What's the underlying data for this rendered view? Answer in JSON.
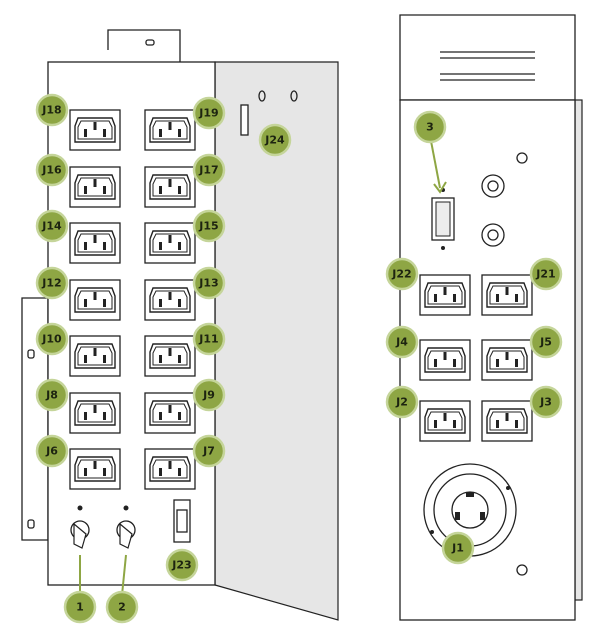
{
  "accent_color": "#8ea644",
  "callouts": {
    "J18": "J18",
    "J19": "J19",
    "J16": "J16",
    "J17": "J17",
    "J14": "J14",
    "J15": "J15",
    "J12": "J12",
    "J13": "J13",
    "J10": "J10",
    "J11": "J11",
    "J8": "J8",
    "J9": "J9",
    "J6": "J6",
    "J7": "J7",
    "J24": "J24",
    "J23": "J23",
    "c1": "1",
    "c2": "2",
    "c3": "3",
    "J22": "J22",
    "J21": "J21",
    "J4": "J4",
    "J5": "J5",
    "J2": "J2",
    "J3": "J3",
    "J1": "J1"
  }
}
